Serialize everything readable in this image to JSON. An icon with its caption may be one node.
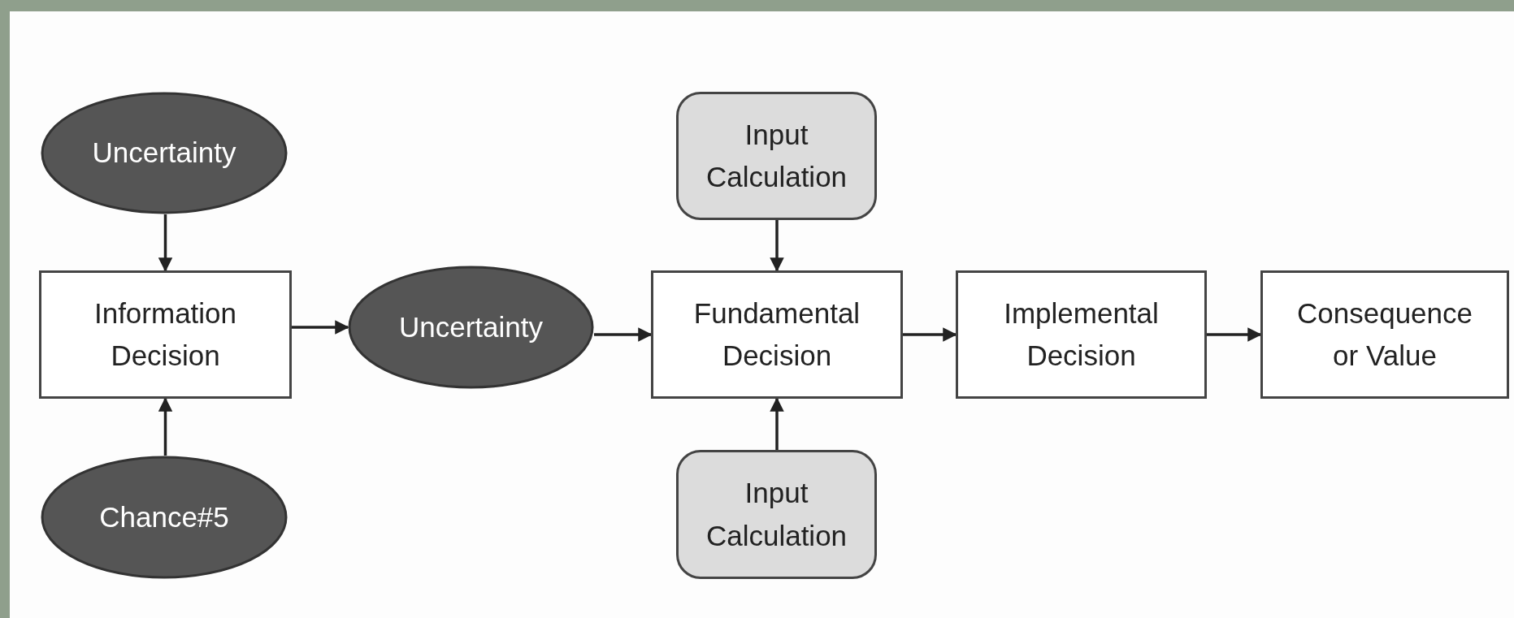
{
  "diagram": {
    "nodes": [
      {
        "text": [
          "Uncertainty"
        ]
      },
      {
        "text": [
          "Information Decision"
        ]
      },
      {
        "text": [
          "Chance#5"
        ]
      },
      {
        "text": [
          "Uncertainty"
        ]
      },
      {
        "text": [
          "Input Calculation"
        ]
      },
      {
        "text": [
          "Fundamental Decision"
        ]
      },
      {
        "text": [
          "Input Calculation"
        ]
      },
      {
        "text": [
          "Implemental Decision"
        ]
      },
      {
        "text": [
          "Consequence or Value"
        ]
      }
    ],
    "edges": [
      {
        "from": 0,
        "to": 1,
        "arrow": "to"
      },
      {
        "from": 2,
        "to": 1,
        "arrow": "to"
      },
      {
        "from": 1,
        "to": 3,
        "arrow": "to"
      },
      {
        "from": 3,
        "to": 5,
        "arrow": "to"
      },
      {
        "from": 4,
        "to": 5,
        "arrow": "to"
      },
      {
        "from": 6,
        "to": 5,
        "arrow": "to"
      },
      {
        "from": 5,
        "to": 7,
        "arrow": "to"
      },
      {
        "from": 7,
        "to": 8,
        "arrow": "to"
      }
    ]
  }
}
